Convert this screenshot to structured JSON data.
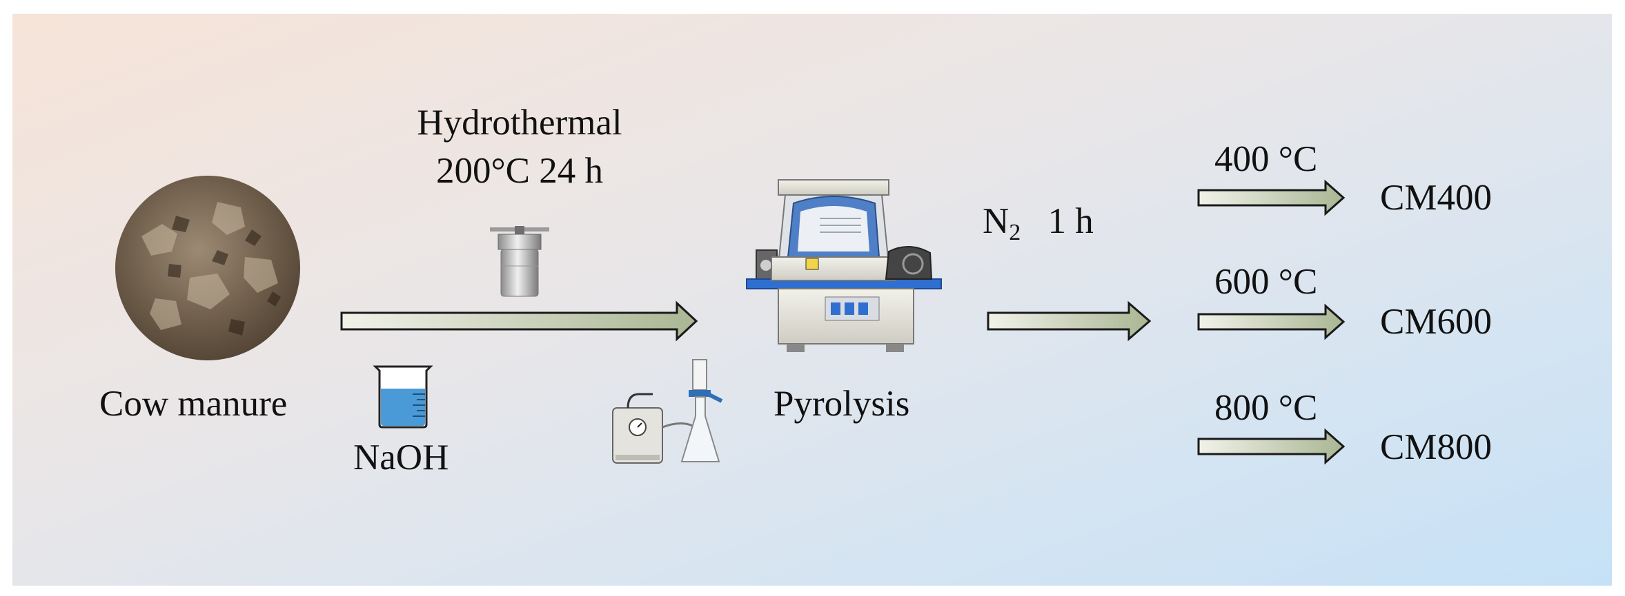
{
  "diagram": {
    "feedstock_label": "Cow manure",
    "hydrothermal_line1": "Hydrothermal",
    "hydrothermal_line2": "200°C 24 h",
    "reagent_label": "NaOH",
    "pyrolysis_label": "Pyrolysis",
    "atmosphere_prefix": "N",
    "atmosphere_subscript": "2",
    "atmosphere_time": "1 h",
    "branches": [
      {
        "temperature": "400 °C",
        "product": "CM400"
      },
      {
        "temperature": "600 °C",
        "product": "CM600"
      },
      {
        "temperature": "800 °C",
        "product": "CM800"
      }
    ]
  },
  "colors": {
    "arrow_fill_start": "#f1f2ea",
    "arrow_fill_end": "#a9b693",
    "arrow_stroke": "#1a1a1a",
    "background_top_left": "#f6e4d8",
    "background_bottom_right": "#c6e1f6",
    "solution_blue": "#4a9ad8"
  },
  "icons": [
    "cow-manure-photo",
    "autoclave-icon",
    "beaker-icon",
    "vacuum-filtration-icon",
    "tube-furnace-icon"
  ]
}
